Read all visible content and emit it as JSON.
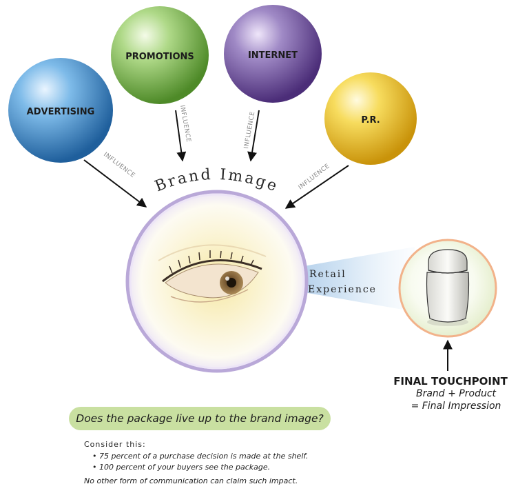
{
  "spheres": {
    "advertising": "ADVERTISING",
    "promotions": "PROMOTIONS",
    "internet": "INTERNET",
    "pr": "P.R."
  },
  "influence_label": "INFLUENCE",
  "center_label": "Brand Image",
  "beam_label": {
    "line1": "Retail",
    "line2": "Experience"
  },
  "touchpoint": {
    "title": "FINAL TOUCHPOINT",
    "line1": "Brand + Product",
    "line2": "= Final Impression"
  },
  "question": "Does the package live up to the brand image?",
  "consider": {
    "title": "Consider this:",
    "bullets": [
      "75 percent of a purchase decision is made at the shelf.",
      "100 percent of your buyers see the package."
    ],
    "footer": "No other form of communication can claim such impact."
  },
  "colors": {
    "advertising": "#3d8fd0",
    "promotions": "#8cc75a",
    "internet": "#7a57a8",
    "pr": "#f0c531",
    "ring": "#a58ccc",
    "banner": "#c9e0a1"
  }
}
